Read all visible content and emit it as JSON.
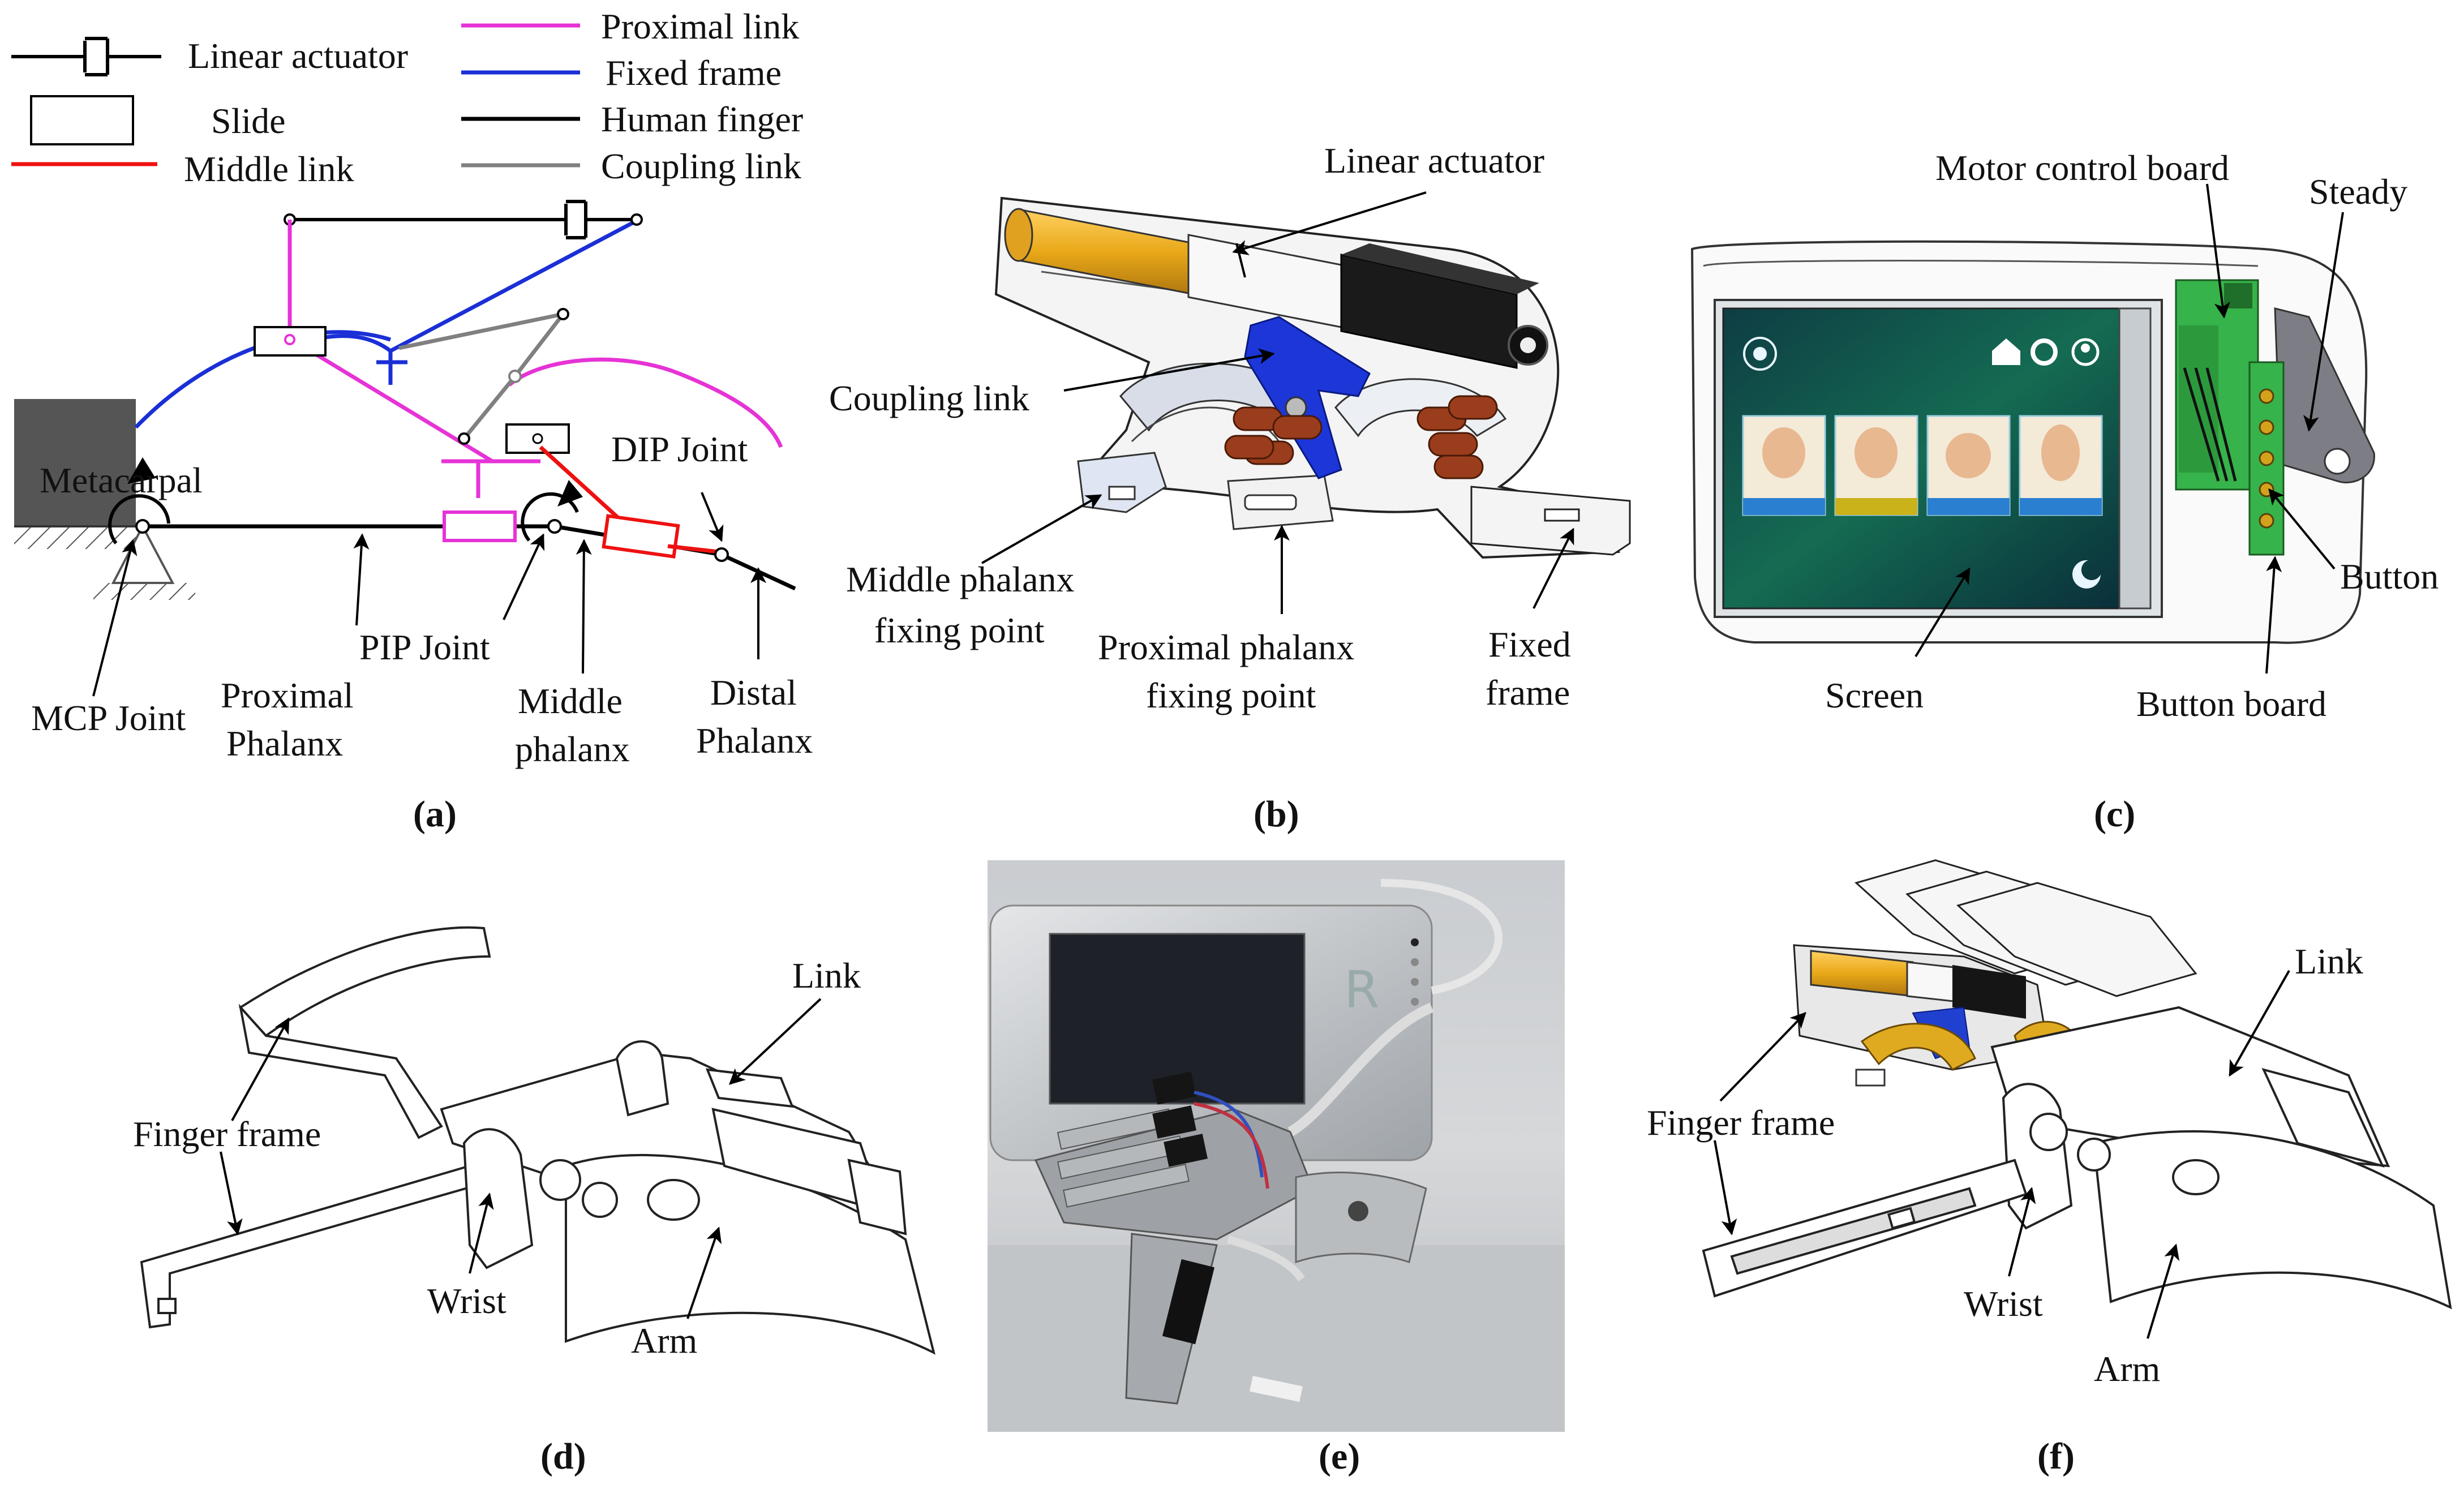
{
  "legend": {
    "linear_actuator": "Linear actuator",
    "slide": "Slide",
    "middle_link": "Middle link",
    "proximal_link": "Proximal link",
    "fixed_frame": "Fixed frame",
    "human_finger": "Human finger",
    "coupling_link": "Coupling link"
  },
  "panel_a": {
    "metacarpal": "Metacarpal",
    "dip_joint": "DIP Joint",
    "pip_joint": "PIP Joint",
    "mcp_joint": "MCP Joint",
    "proximal_1": "Proximal",
    "proximal_2": "Phalanx",
    "middle_1": "Middle",
    "middle_2": "phalanx",
    "distal_1": "Distal",
    "distal_2": "Phalanx",
    "caption": "(a)"
  },
  "panel_b": {
    "linear_actuator": "Linear actuator",
    "coupling_link": "Coupling link",
    "middle_fix_1": "Middle phalanx",
    "middle_fix_2": "fixing point",
    "proximal_fix_1": "Proximal phalanx",
    "proximal_fix_2": "fixing point",
    "fixed_1": "Fixed",
    "fixed_2": "frame",
    "caption": "(b)"
  },
  "panel_c": {
    "motor_board": "Motor control board",
    "steady": "Steady",
    "button": "Button",
    "screen": "Screen",
    "button_board": "Button board",
    "caption": "(c)"
  },
  "panel_d": {
    "link": "Link",
    "finger_frame": "Finger frame",
    "wrist": "Wrist",
    "arm": "Arm",
    "caption": "(d)"
  },
  "panel_e": {
    "caption": "(e)"
  },
  "panel_f": {
    "link": "Link",
    "finger_frame": "Finger frame",
    "wrist": "Wrist",
    "arm": "Arm",
    "caption": "(f)"
  },
  "colors": {
    "proximal_link": "#e633d6",
    "fixed_frame": "#1a2fd6",
    "human_finger": "#000000",
    "coupling_link": "#808080",
    "middle_link": "#ee1111",
    "actuator_yellow": "#f0b020",
    "screen_green": "#0f5b4a",
    "board_green": "#36b34a"
  }
}
